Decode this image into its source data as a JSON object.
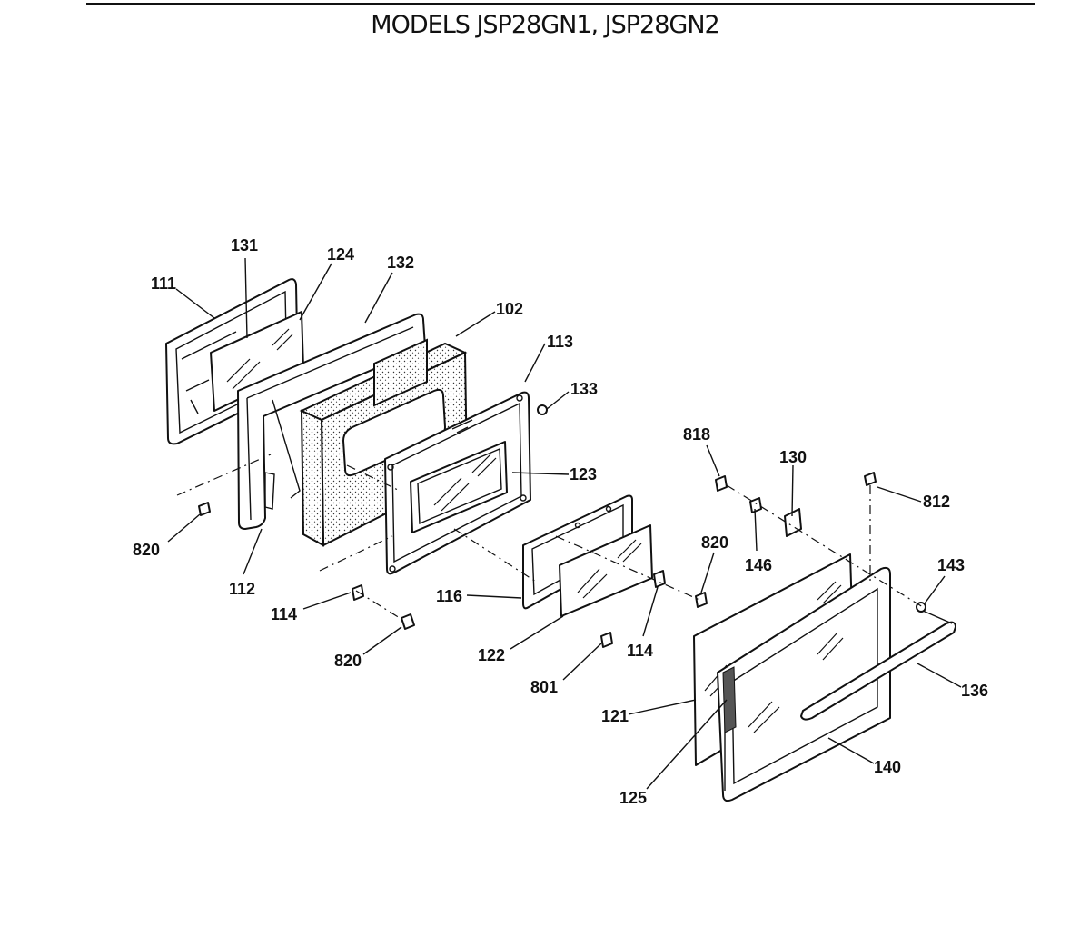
{
  "title": "MODELS JSP28GN1, JSP28GN2",
  "callouts": {
    "c111": "111",
    "c131": "131",
    "c124": "124",
    "c132": "132",
    "c102": "102",
    "c113": "113",
    "c133": "133",
    "c123": "123",
    "c820a": "820",
    "c112": "112",
    "c114a": "114",
    "c820b": "820",
    "c116": "116",
    "c122": "122",
    "c801": "801",
    "c114b": "114",
    "c820c": "820",
    "c818": "818",
    "c130": "130",
    "c146": "146",
    "c812": "812",
    "c143": "143",
    "c136": "136",
    "c121": "121",
    "c125": "125",
    "c140": "140"
  }
}
